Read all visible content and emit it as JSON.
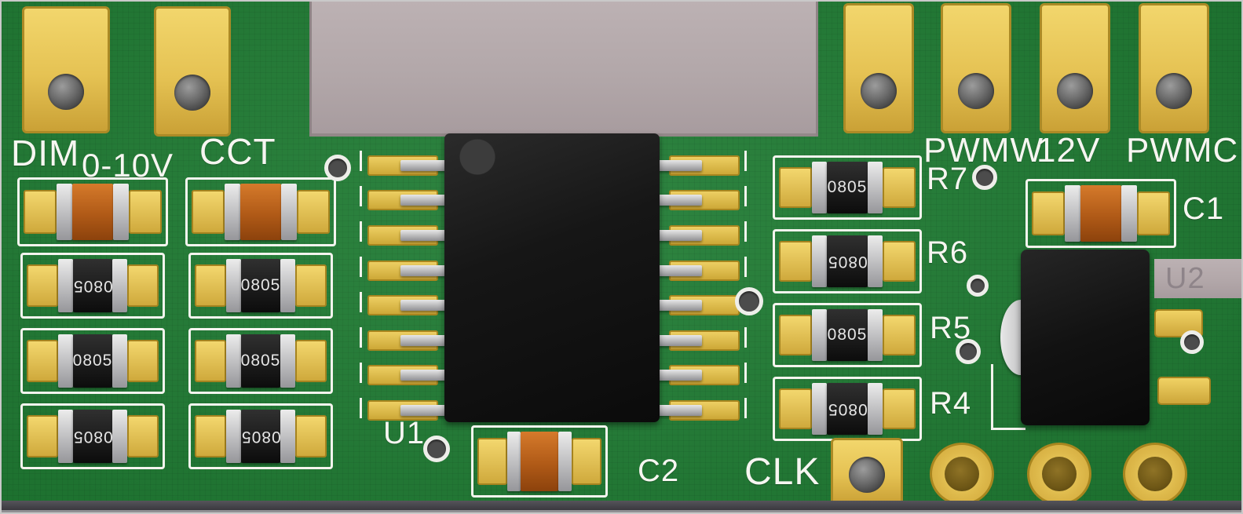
{
  "scene": {
    "description": "3D render of a green LED-dimmer PCB with gold pads and SMD components",
    "colors": {
      "background": "#b2a7a9",
      "board": "#1f7c33",
      "pad_gold": "#e9c95c",
      "silkscreen": "#f4f4ee",
      "ic_black": "#161616",
      "capacitor_orange": "#b75c1d",
      "terminal_gray": "#c6c6c8"
    }
  },
  "labels": {
    "dim": "DIM",
    "zero_ten": "0-10V",
    "cct": "CCT",
    "pwmw": "PWMW",
    "twelve_v": "12V",
    "pwmc": "PWMC",
    "r7": "R7",
    "r6": "R6",
    "r5": "R5",
    "r4": "R4",
    "c1": "C1",
    "c2": "C2",
    "u1": "U1",
    "u2": "U2",
    "clk": "CLK"
  },
  "component_marking": "0805"
}
